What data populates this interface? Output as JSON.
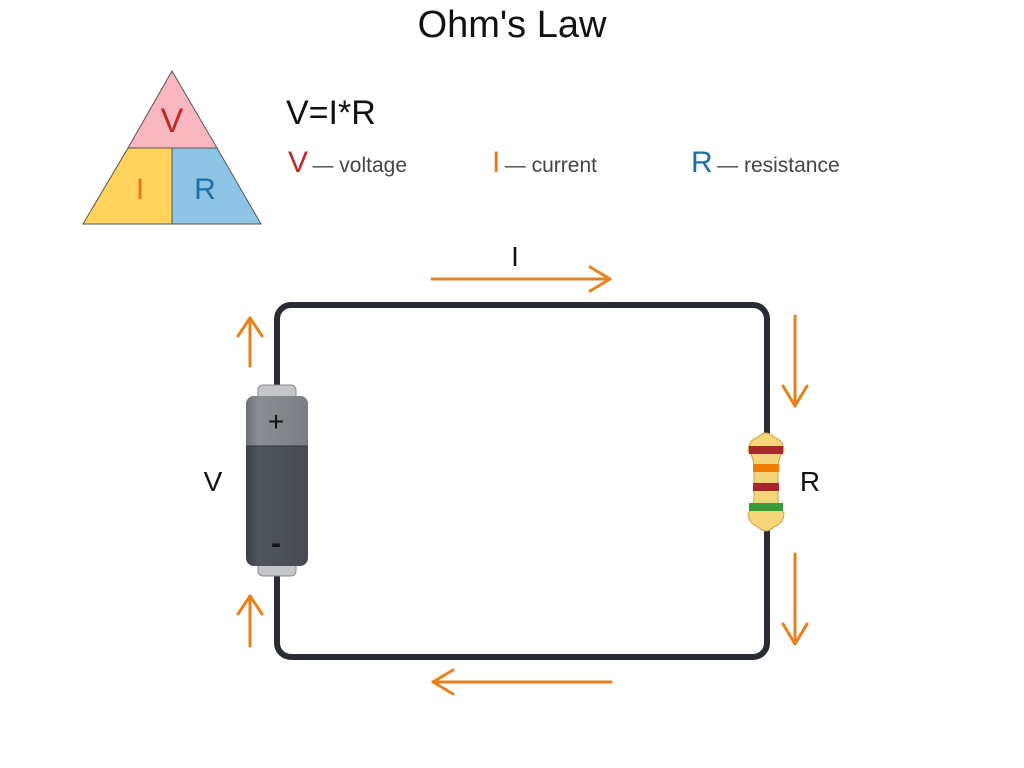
{
  "title": "Ohm's Law",
  "formula": "V=I*R",
  "triangle": {
    "top": {
      "label": "V",
      "fill": "#f9b8c0",
      "text_color": "#c0272d"
    },
    "bottom_left": {
      "label": "I",
      "fill": "#ffd35c",
      "text_color": "#e8731a"
    },
    "bottom_right": {
      "label": "R",
      "fill": "#8ec4e6",
      "text_color": "#1f6fa8"
    }
  },
  "legend": [
    {
      "symbol": "V",
      "description": "— voltage",
      "color": "#c0272d"
    },
    {
      "symbol": "I",
      "description": "— current",
      "color": "#e8731a"
    },
    {
      "symbol": "R",
      "description": "— resistance",
      "color": "#1f6fa8"
    }
  ],
  "circuit": {
    "current_label": "I",
    "battery_label": "V",
    "battery_plus": "+",
    "battery_minus": "-",
    "resistor_label": "R",
    "wire_color": "#2a2c34",
    "arrow_color": "#e8801f",
    "resistor_bands": [
      "#a8272d",
      "#f07d00",
      "#a8272d",
      "#3a9a3a"
    ]
  }
}
